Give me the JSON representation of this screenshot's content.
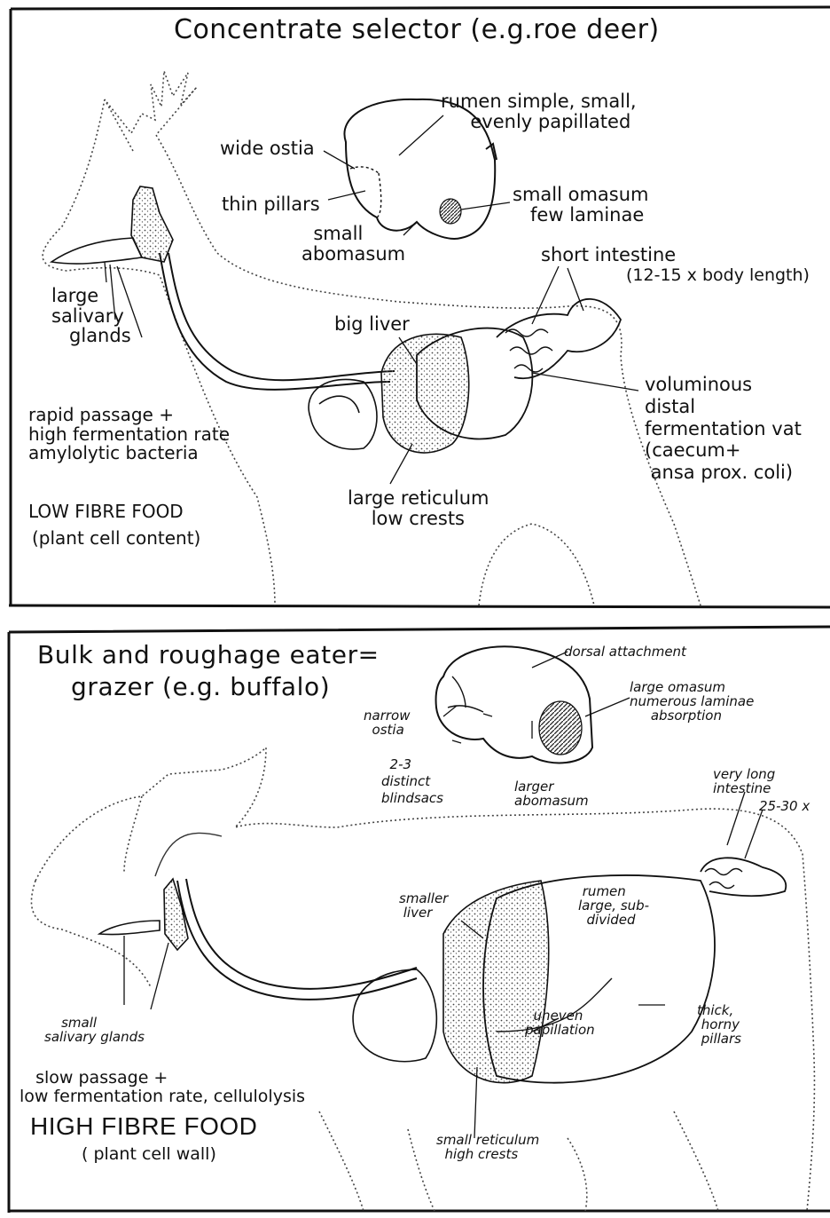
{
  "top": {
    "title": "Concentrate selector (e.g.roe deer)",
    "labels": {
      "rumen": "rumen simple, small,\n     evenly papillated",
      "wide_ostia": "wide ostia",
      "thin_pillars": "thin pillars",
      "small_abomasum": "  small\nabomasum",
      "small_omasum": "small omasum\n   few laminae",
      "short_intestine": "short intestine",
      "intestine_length": "(12-15 x body length)",
      "salivary": "large\nsalivary\n   glands",
      "big_liver": "big liver",
      "voluminous": "voluminous\ndistal\nfermentation vat\n(caecum+\n ansa prox. coli)",
      "passage": "rapid passage +\nhigh fermentation rate\namylolytic bacteria",
      "reticulum": "large reticulum\n    low crests",
      "food": "LOW FIBRE FOOD",
      "food_sub": "(plant cell content)"
    }
  },
  "bottom": {
    "title": "Bulk and roughage eater=\n    grazer (e.g. buffalo)",
    "labels": {
      "dorsal": "dorsal attachment",
      "omasum": "large omasum\nnumerous laminae\n     absorption",
      "narrow_ostia": "narrow\n  ostia",
      "blindsacs": "  2-3\ndistinct\nblindsacs",
      "abomasum": "larger\nabomasum",
      "intestine": "very long\nintestine",
      "intestine_ratio": "25-30 x",
      "liver": "smaller\n liver",
      "rumen": " rumen\nlarge, sub-\n  divided",
      "salivary": "    small\nsalivary glands",
      "papillation": "  uneven\npapillation",
      "pillars": "thick,\n horny\n pillars",
      "passage": "   slow passage +\nlow fermentation rate, cellulolysis",
      "food": "HIGH FIBRE FOOD",
      "food_sub": "( plant cell wall)",
      "reticulum": "small reticulum\n  high crests"
    }
  }
}
